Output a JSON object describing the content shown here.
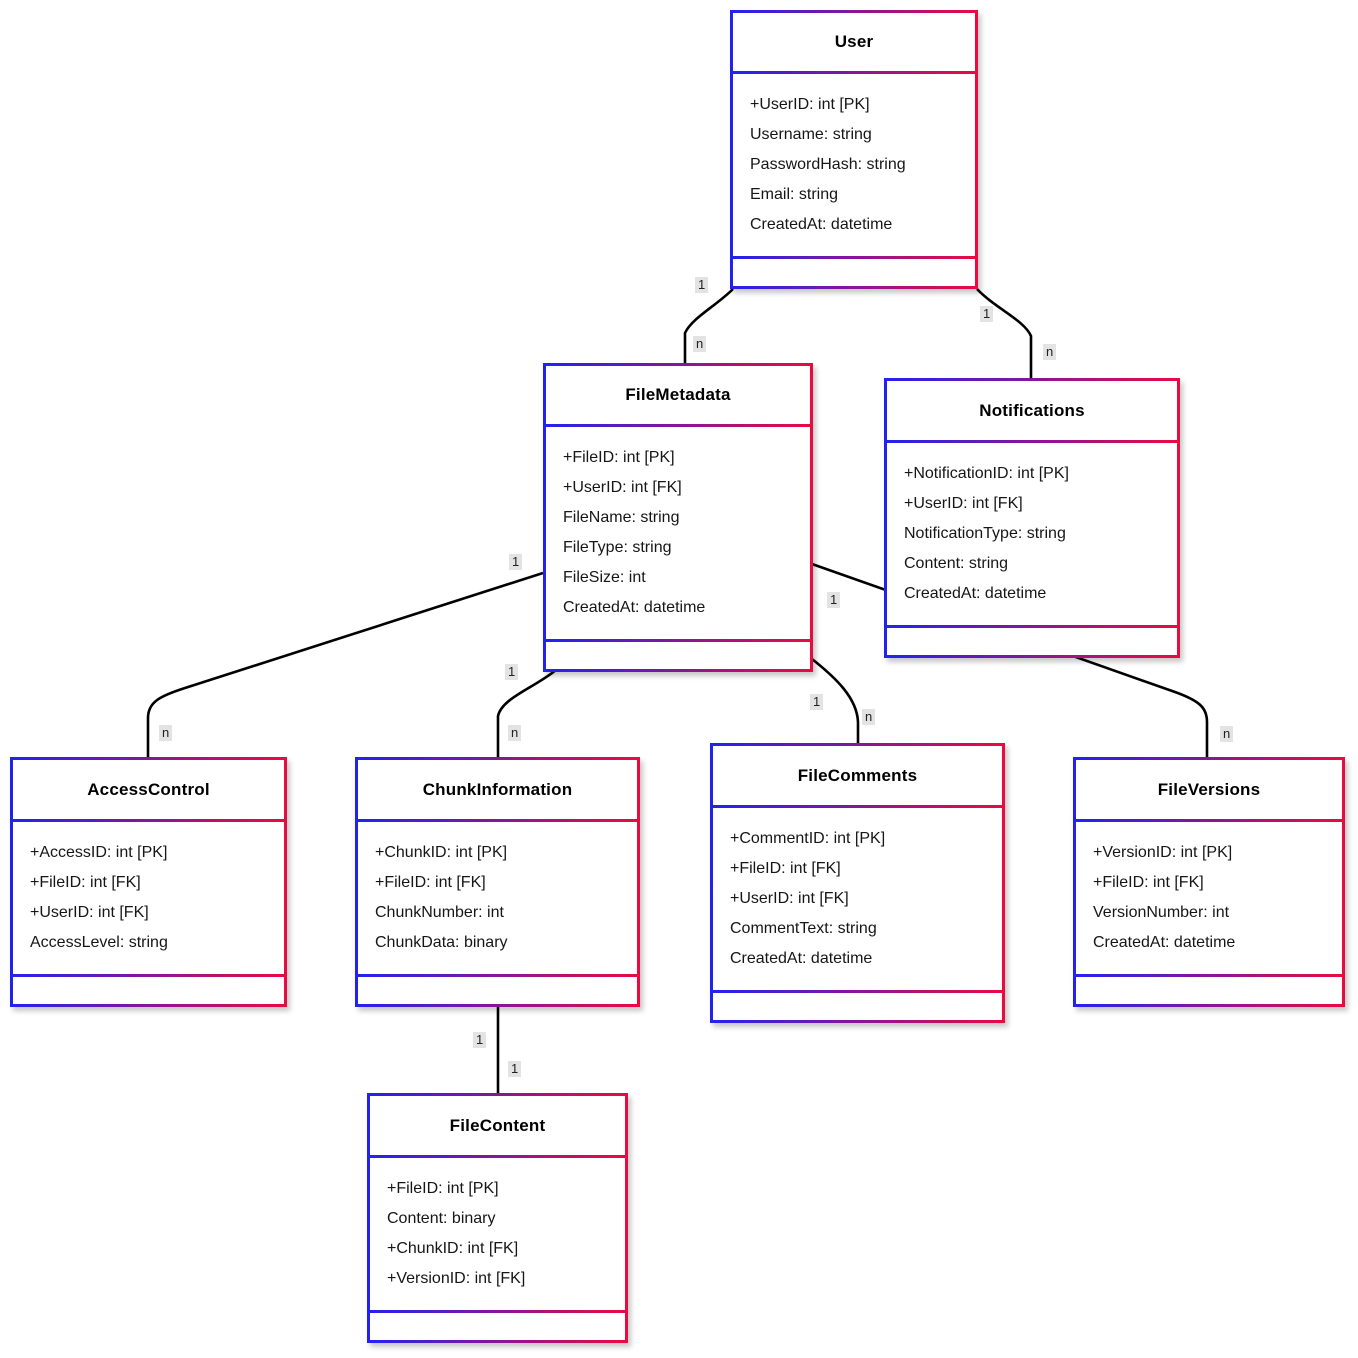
{
  "diagram_type": "entity-relationship-class-diagram",
  "colors": {
    "border_gradient_start": "#2222f0",
    "border_gradient_end": "#ea0a42",
    "line": "#000000",
    "cardinality_label_bg": "#e3e3e3",
    "text": "#161616",
    "background": "#ffffff"
  },
  "entities": [
    {
      "id": "user",
      "title": "User",
      "attributes": [
        "+UserID: int [PK]",
        "Username: string",
        "PasswordHash: string",
        "Email: string",
        "CreatedAt: datetime"
      ]
    },
    {
      "id": "file_metadata",
      "title": "FileMetadata",
      "attributes": [
        "+FileID: int [PK]",
        "+UserID: int [FK]",
        "FileName: string",
        "FileType: string",
        "FileSize: int",
        "CreatedAt: datetime"
      ]
    },
    {
      "id": "notifications",
      "title": "Notifications",
      "attributes": [
        "+NotificationID: int [PK]",
        "+UserID: int [FK]",
        "NotificationType: string",
        "Content: string",
        "CreatedAt: datetime"
      ]
    },
    {
      "id": "access_control",
      "title": "AccessControl",
      "attributes": [
        "+AccessID: int [PK]",
        "+FileID: int [FK]",
        "+UserID: int [FK]",
        "AccessLevel: string"
      ]
    },
    {
      "id": "chunk_information",
      "title": "ChunkInformation",
      "attributes": [
        "+ChunkID: int [PK]",
        "+FileID: int [FK]",
        "ChunkNumber: int",
        "ChunkData: binary"
      ]
    },
    {
      "id": "file_comments",
      "title": "FileComments",
      "attributes": [
        "+CommentID: int [PK]",
        "+FileID: int [FK]",
        "+UserID: int [FK]",
        "CommentText: string",
        "CreatedAt: datetime"
      ]
    },
    {
      "id": "file_versions",
      "title": "FileVersions",
      "attributes": [
        "+VersionID: int [PK]",
        "+FileID: int [FK]",
        "VersionNumber: int",
        "CreatedAt: datetime"
      ]
    },
    {
      "id": "file_content",
      "title": "FileContent",
      "attributes": [
        "+FileID: int [PK]",
        "Content: binary",
        "+ChunkID: int [FK]",
        "+VersionID: int [FK]"
      ]
    }
  ],
  "relationships": [
    {
      "id": "user-file_metadata",
      "from": "User",
      "to": "FileMetadata",
      "from_card": "1",
      "to_card": "n"
    },
    {
      "id": "user-notifications",
      "from": "User",
      "to": "Notifications",
      "from_card": "1",
      "to_card": "n"
    },
    {
      "id": "file_metadata-access_control",
      "from": "FileMetadata",
      "to": "AccessControl",
      "from_card": "1",
      "to_card": "n"
    },
    {
      "id": "file_metadata-chunk_information",
      "from": "FileMetadata",
      "to": "ChunkInformation",
      "from_card": "1",
      "to_card": "n"
    },
    {
      "id": "file_metadata-file_comments",
      "from": "FileMetadata",
      "to": "FileComments",
      "from_card": "1",
      "to_card": "n"
    },
    {
      "id": "file_metadata-file_versions",
      "from": "FileMetadata",
      "to": "FileVersions",
      "from_card": "1",
      "to_card": "n"
    },
    {
      "id": "chunk_information-file_content",
      "from": "ChunkInformation",
      "to": "FileContent",
      "from_card": "1",
      "to_card": "1"
    }
  ]
}
